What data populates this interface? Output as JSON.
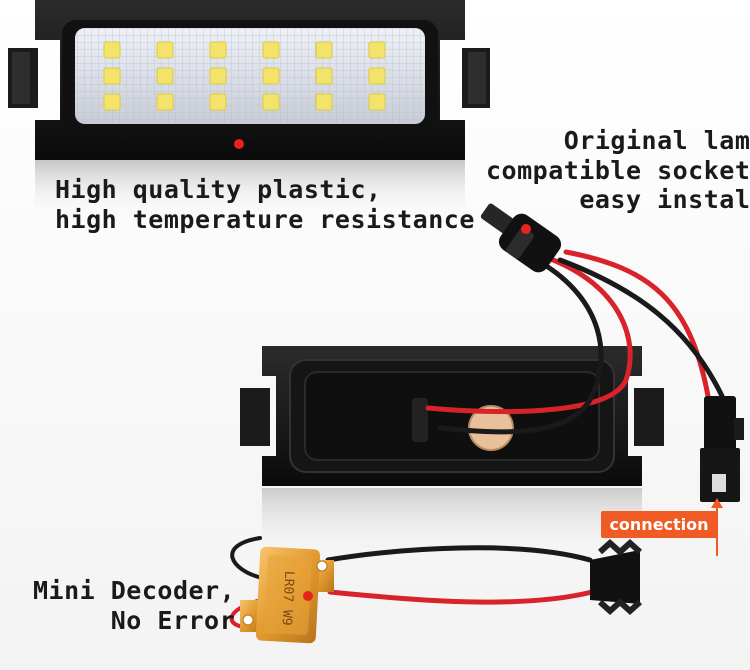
{
  "labels": {
    "plastic_line1": "High quality plastic,",
    "plastic_line2": "high temperature resistance",
    "socket_line1": "Original lamp",
    "socket_line2": "compatible socket,",
    "socket_line3": "easy install",
    "decoder_line1": "Mini Decoder,",
    "decoder_line2": "No Error",
    "connection": "connection",
    "decoder_print": "LR07 W9"
  },
  "colors": {
    "accent_dot": "#e6241b",
    "badge": "#f05a24",
    "wire_red": "#d8232a",
    "wire_black": "#1a1a1a",
    "decoder_gold": "#e8a33a",
    "led_white": "#f4f7ff",
    "led_yellow": "#f3e36b"
  }
}
